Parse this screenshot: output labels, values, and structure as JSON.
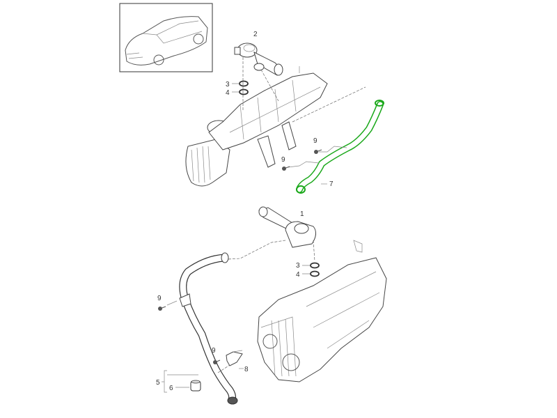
{
  "diagram": {
    "title": "Crankcase ventilation parts diagram",
    "accent_color": "#1aa81a",
    "callouts": {
      "c2": "2",
      "c3_top": "3",
      "c4_top": "4",
      "c9_a": "9",
      "c9_b": "9",
      "c7": "7",
      "c1": "1",
      "c3_bottom": "3",
      "c4_bottom": "4",
      "c9_c": "9",
      "c9_d": "9",
      "c8": "8",
      "c5": "5",
      "c6": "6"
    }
  }
}
